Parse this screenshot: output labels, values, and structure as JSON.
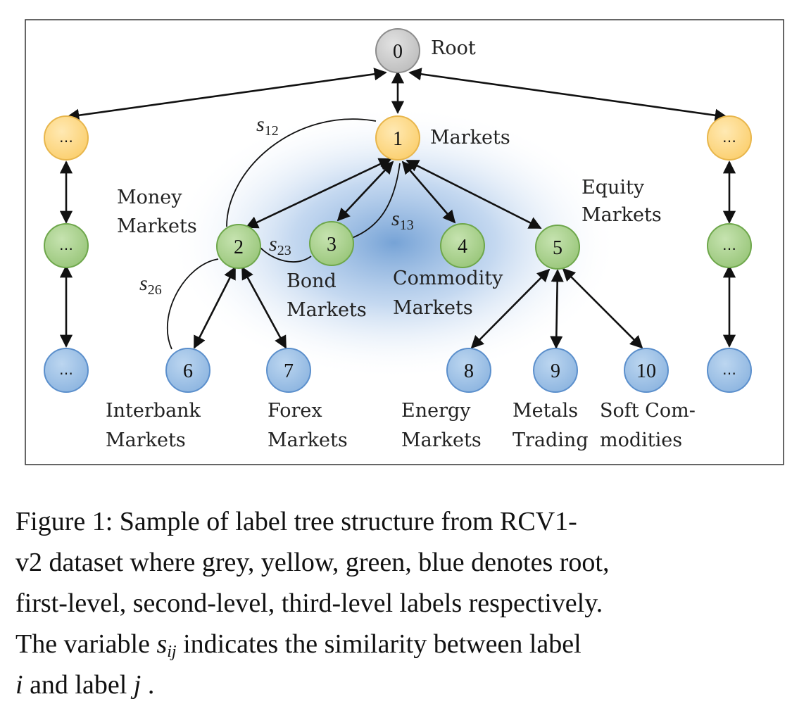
{
  "diagram": {
    "node_labels": {
      "n0": "0",
      "n1": "1",
      "n2": "2",
      "n3": "3",
      "n4": "4",
      "n5": "5",
      "n6": "6",
      "n7": "7",
      "n8": "8",
      "n9": "9",
      "n10": "10",
      "ellipsis": "…"
    },
    "text": {
      "root": "Root",
      "markets": "Markets",
      "money_1": "Money",
      "money_2": "Markets",
      "equity_1": "Equity",
      "equity_2": "Markets",
      "bond_1": "Bond",
      "bond_2": "Markets",
      "commodity_1": "Commodity",
      "commodity_2": "Markets",
      "interbank_1": "Interbank",
      "interbank_2": "Markets",
      "forex_1": "Forex",
      "forex_2": "Markets",
      "energy_1": "Energy",
      "energy_2": "Markets",
      "metals_1": "Metals",
      "metals_2": "Trading",
      "soft_1": "Soft Com-",
      "soft_2": "modities"
    },
    "similarity": {
      "letter": "s",
      "s12": "12",
      "s13": "13",
      "s23": "23",
      "s26": "26"
    },
    "colors": {
      "root": "#c8c8c8",
      "level1": "#ffd98a",
      "level2": "#a9d18e",
      "level3": "#9dc3e6"
    }
  },
  "caption": {
    "line1": "Figure 1: Sample of label tree structure from RCV1-",
    "line2": "v2 dataset where grey, yellow, green, blue denotes root,",
    "line3": "first-level, second-level, third-level labels respectively.",
    "line4_pre": "The variable ",
    "var_s": "s",
    "var_sub": "ij",
    "line4_post": " indicates the similarity between label",
    "var_i": "i",
    "line5_mid": " and label ",
    "var_j": "j",
    "line5_end": " ."
  }
}
